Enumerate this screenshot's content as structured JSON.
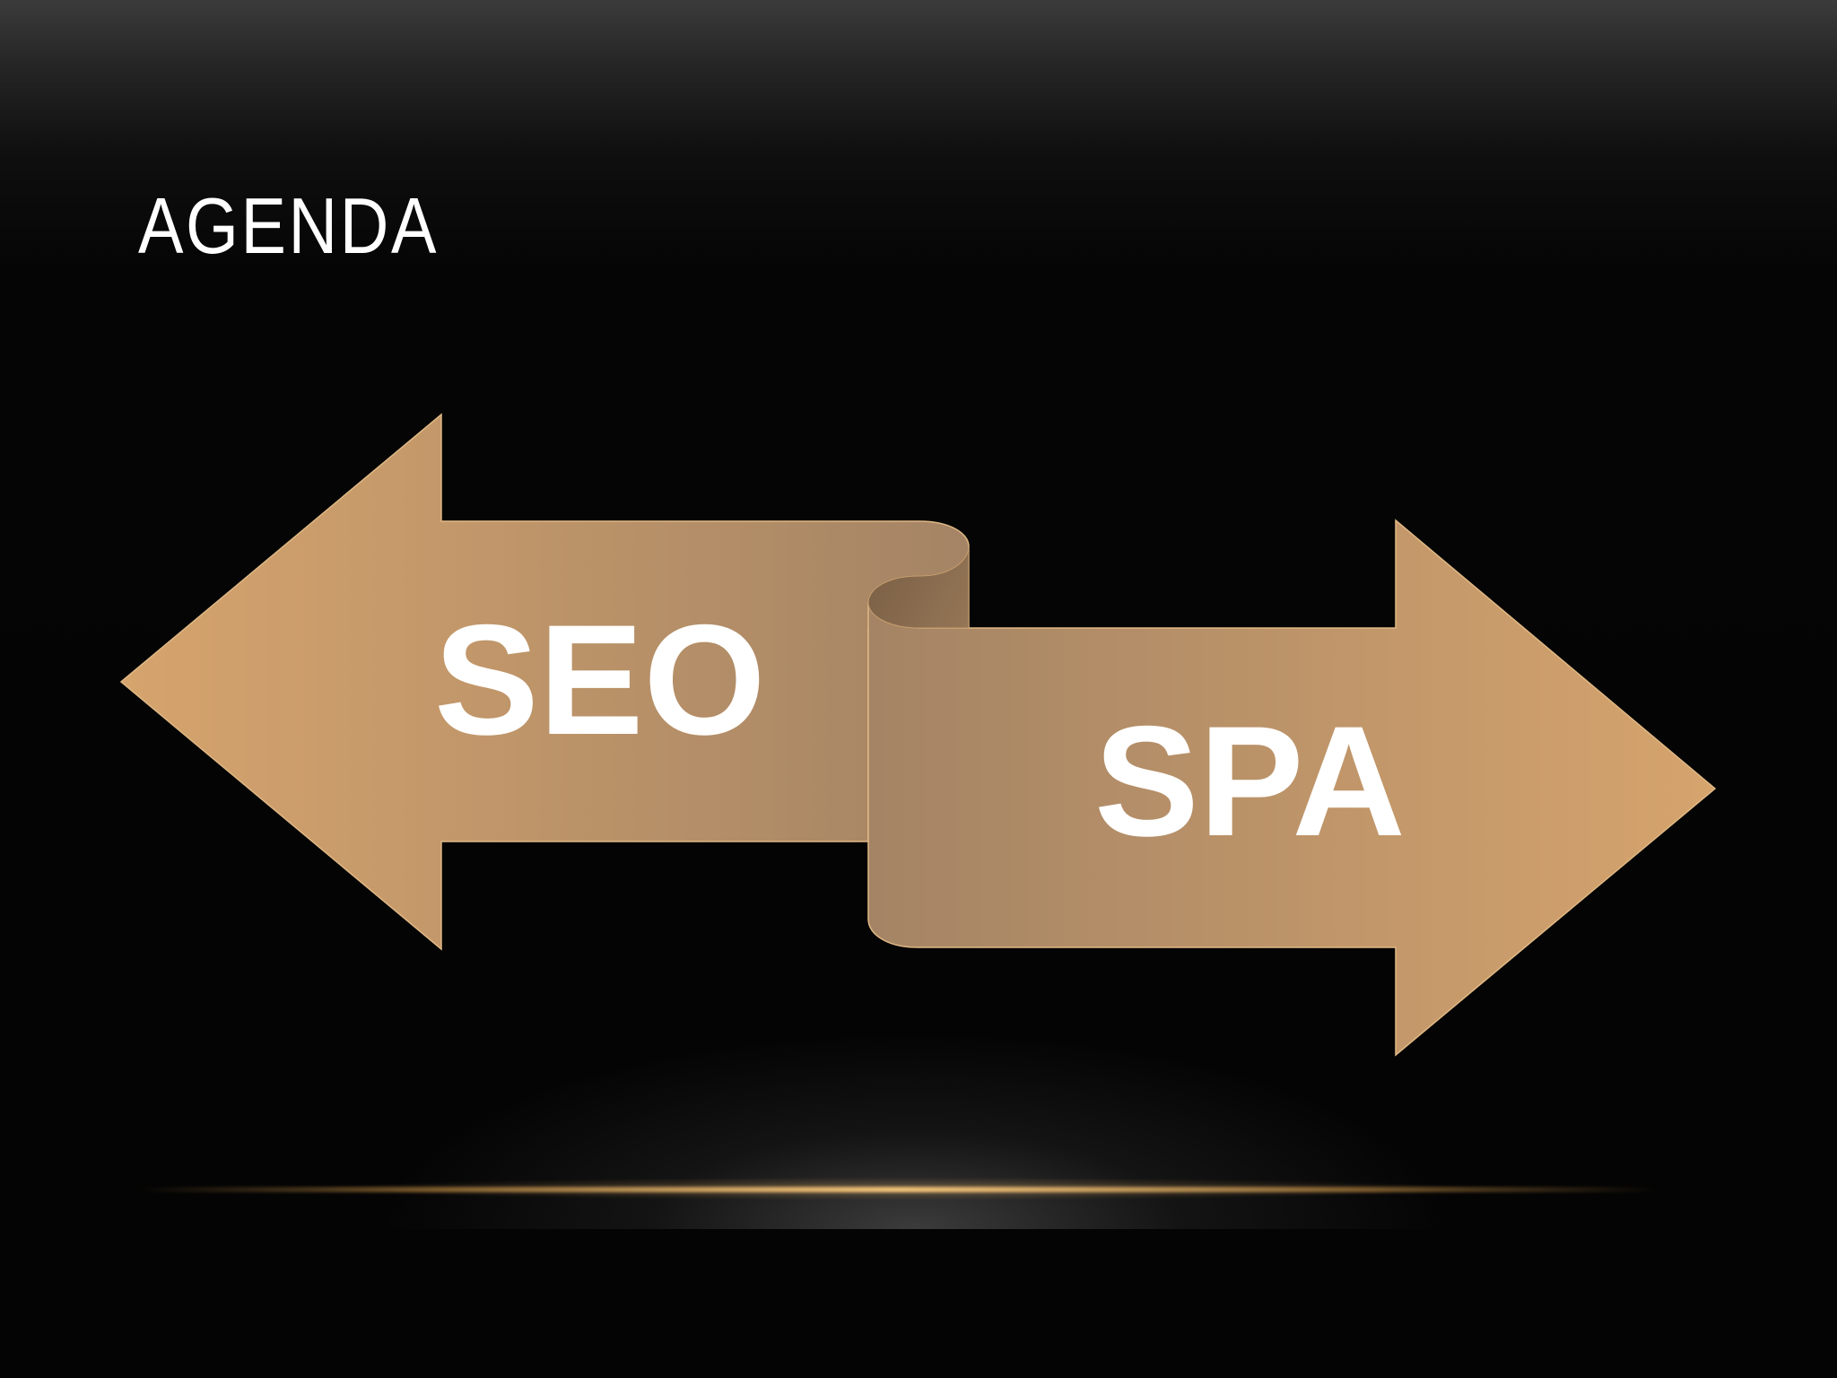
{
  "slide": {
    "title": "AGENDA"
  },
  "diagram": {
    "left_arrow": {
      "label": "SEO"
    },
    "right_arrow": {
      "label": "SPA"
    },
    "colors": {
      "arrow_light": "#d6a46d",
      "arrow_dark": "#a48465",
      "fold_shadow": "#8a6e50",
      "label": "#ffffff",
      "horizon_line": "#f1c37a"
    }
  }
}
